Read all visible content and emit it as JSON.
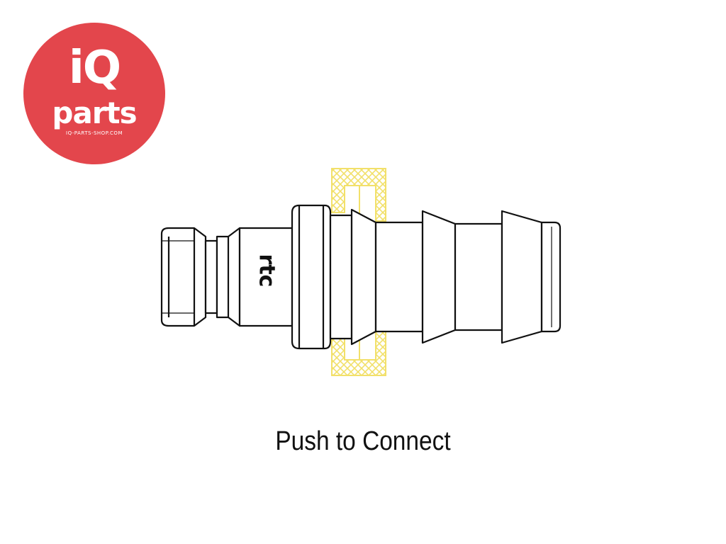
{
  "logo": {
    "brand_top": "iQ",
    "brand_bottom": "parts",
    "website": "IQ-PARTS-SHOP.COM",
    "color": "#e3464c"
  },
  "diagram": {
    "stamp": "rtc",
    "hose_color": "#f2e06a",
    "line_color": "#111111"
  },
  "caption": "Push to Connect"
}
